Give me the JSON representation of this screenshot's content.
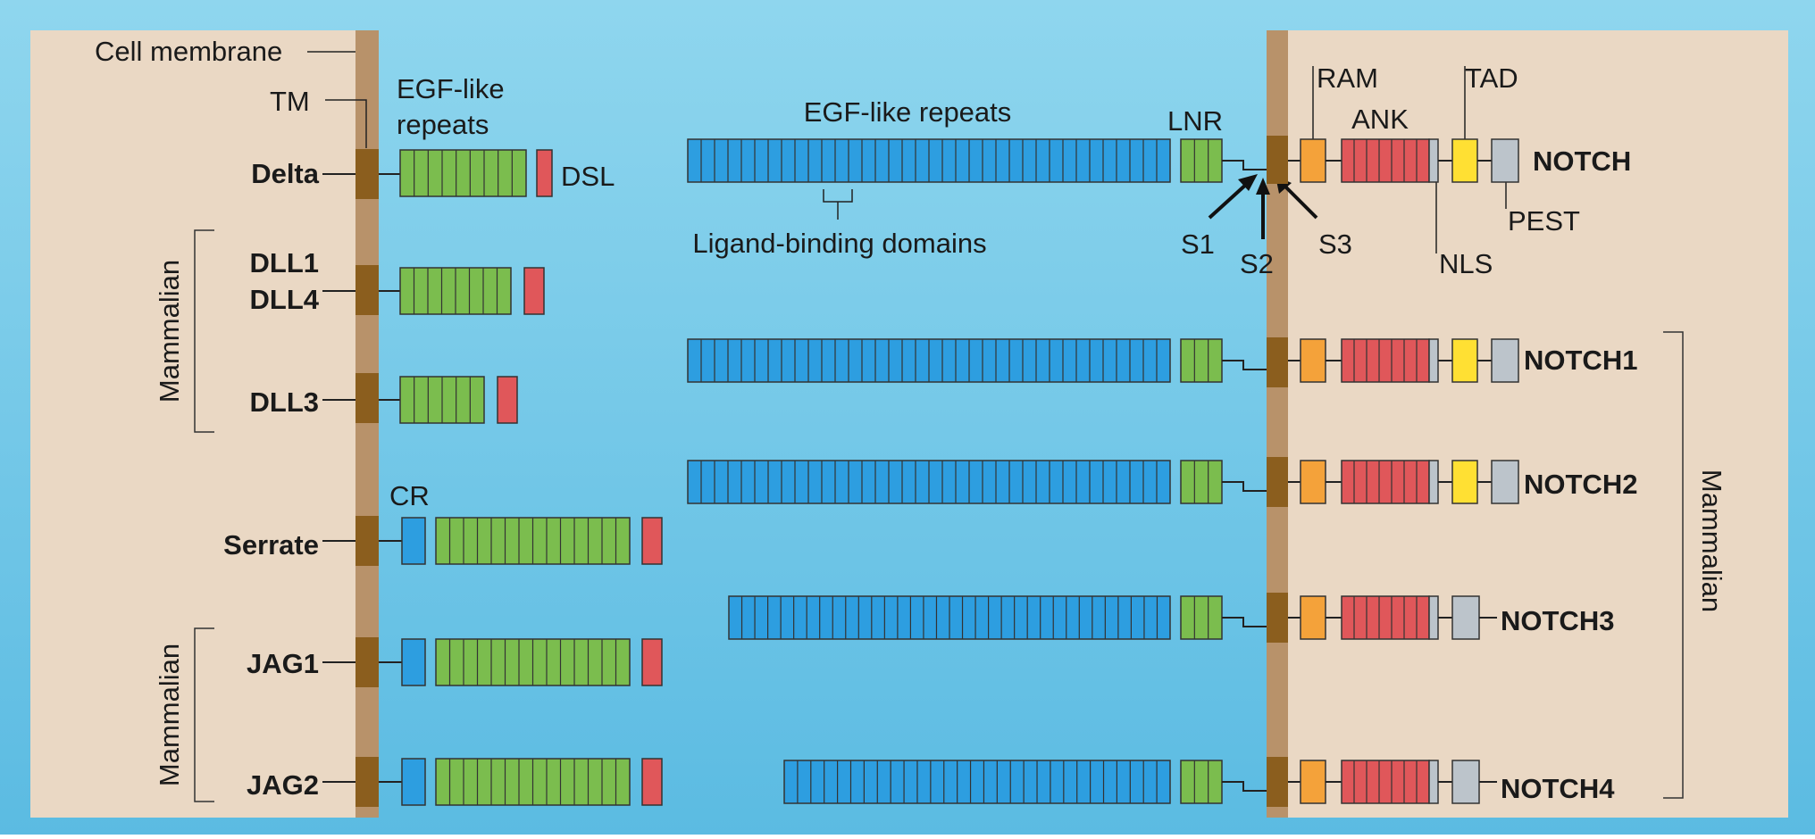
{
  "colors": {
    "background_top": "#8fd6ee",
    "background_bottom": "#5bbbe2",
    "cell_panel": "#ead8c4",
    "membrane": "#b8926a",
    "tm_domain": "#8b5e1e",
    "egf_ligand": "#7bbd4e",
    "egf_receptor": "#2d9ee0",
    "dsl": "#e0575a",
    "cr": "#2d9ee0",
    "lnr": "#7bbd4e",
    "ram": "#f4a23a",
    "ank": "#e0575a",
    "tad": "#ffe033",
    "pest": "#bcc4cb"
  },
  "annotations": {
    "cell_membrane": "Cell membrane",
    "tm": "TM",
    "egf_like_line1": "EGF-like",
    "egf_like_line2": "repeats",
    "dsl": "DSL",
    "cr": "CR",
    "egf_repeats_receptor": "EGF-like repeats",
    "ligand_binding": "Ligand-binding domains",
    "lnr": "LNR",
    "s1": "S1",
    "s2": "S2",
    "s3": "S3",
    "ram": "RAM",
    "ank": "ANK",
    "tad": "TAD",
    "nls": "NLS",
    "pest": "PEST",
    "mammalian": "Mammalian"
  },
  "ligands": [
    {
      "id": "delta",
      "label": "Delta",
      "has_cr": false,
      "egf_repeats": 9
    },
    {
      "id": "dll1-dll4",
      "label_line1": "DLL1",
      "label_line2": "DLL4",
      "has_cr": false,
      "egf_repeats": 8
    },
    {
      "id": "dll3",
      "label": "DLL3",
      "has_cr": false,
      "egf_repeats": 6
    },
    {
      "id": "serrate",
      "label": "Serrate",
      "has_cr": true,
      "egf_repeats": 14
    },
    {
      "id": "jag1",
      "label": "JAG1",
      "has_cr": true,
      "egf_repeats": 14
    },
    {
      "id": "jag2",
      "label": "JAG2",
      "has_cr": true,
      "egf_repeats": 14
    }
  ],
  "receptors": [
    {
      "id": "notch",
      "label": "NOTCH",
      "egf_repeats": 36,
      "has_tad": true
    },
    {
      "id": "notch1",
      "label": "NOTCH1",
      "egf_repeats": 36,
      "has_tad": true
    },
    {
      "id": "notch2",
      "label": "NOTCH2",
      "egf_repeats": 36,
      "has_tad": true
    },
    {
      "id": "notch3",
      "label": "NOTCH3",
      "egf_repeats": 34,
      "has_tad": false
    },
    {
      "id": "notch4",
      "label": "NOTCH4",
      "egf_repeats": 29,
      "has_tad": false
    }
  ]
}
